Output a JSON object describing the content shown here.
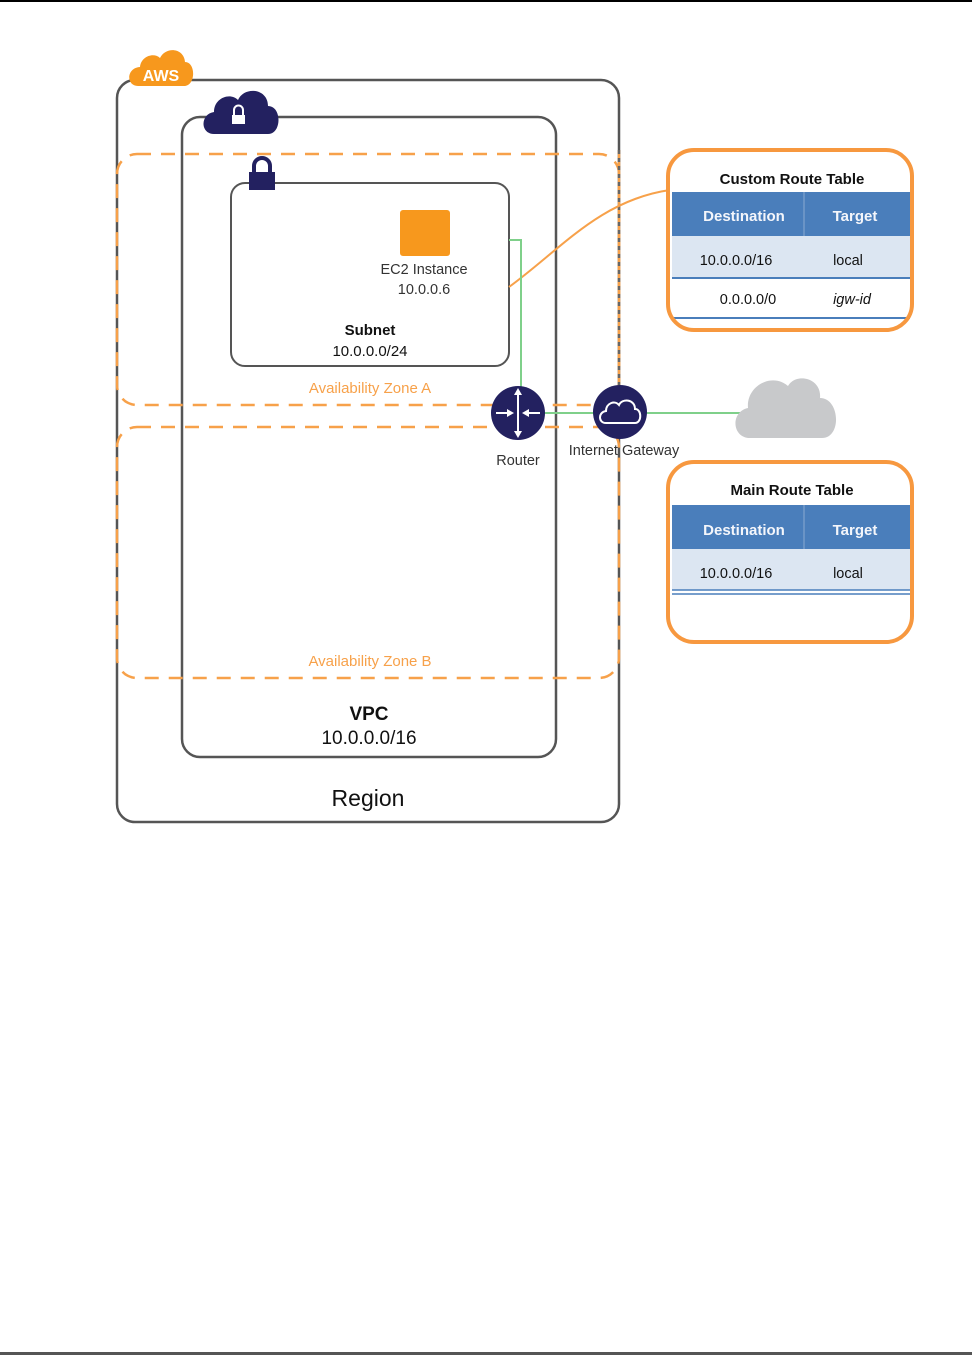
{
  "diagram": {
    "aws_badge": "AWS",
    "region": {
      "label": "Region"
    },
    "vpc": {
      "label": "VPC",
      "cidr": "10.0.0.0/16"
    },
    "availability_zones": [
      {
        "label": "Availability Zone A"
      },
      {
        "label": "Availability Zone B"
      }
    ],
    "subnet": {
      "label": "Subnet",
      "cidr": "10.0.0.0/24"
    },
    "ec2_instance": {
      "label": "EC2 Instance",
      "ip": "10.0.0.6"
    },
    "router": {
      "label": "Router"
    },
    "internet_gateway": {
      "label": "Internet Gateway"
    },
    "custom_route_table": {
      "title": "Custom Route Table",
      "columns": [
        "Destination",
        "Target"
      ],
      "rows": [
        {
          "destination": "10.0.0.0/16",
          "target": "local"
        },
        {
          "destination": "0.0.0.0/0",
          "target": "igw-id"
        }
      ]
    },
    "main_route_table": {
      "title": "Main Route Table",
      "columns": [
        "Destination",
        "Target"
      ],
      "rows": [
        {
          "destination": "10.0.0.0/16",
          "target": "local"
        }
      ]
    },
    "colors": {
      "aws_orange": "#f7981d",
      "navy": "#232160",
      "table_header": "#4a7ebb",
      "table_row": "#dce6f2",
      "route_green": "#7fd08a",
      "internet_cloud": "#c8c9cb",
      "border_gray": "#555555"
    }
  }
}
